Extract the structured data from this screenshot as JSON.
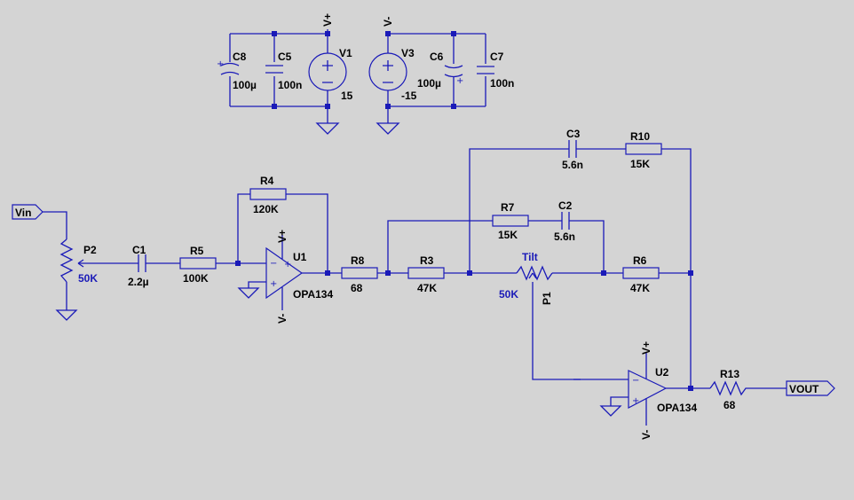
{
  "components": {
    "C8": {
      "name": "C8",
      "value": "100µ"
    },
    "C5": {
      "name": "C5",
      "value": "100n"
    },
    "V1": {
      "name": "V1",
      "value": "15"
    },
    "V3": {
      "name": "V3",
      "value": "-15"
    },
    "C6": {
      "name": "C6",
      "value": "100µ"
    },
    "C7": {
      "name": "C7",
      "value": "100n"
    },
    "C3": {
      "name": "C3",
      "value": "5.6n"
    },
    "R10": {
      "name": "R10",
      "value": "15K"
    },
    "R4": {
      "name": "R4",
      "value": "120K"
    },
    "R7": {
      "name": "R7",
      "value": "15K"
    },
    "C2": {
      "name": "C2",
      "value": "5.6n"
    },
    "P2": {
      "name": "P2",
      "value": "50K"
    },
    "C1": {
      "name": "C1",
      "value": "2.2µ"
    },
    "R5": {
      "name": "R5",
      "value": "100K"
    },
    "U1": {
      "name": "U1",
      "value": "OPA134"
    },
    "R8": {
      "name": "R8",
      "value": "68"
    },
    "R3": {
      "name": "R3",
      "value": "47K"
    },
    "P1": {
      "name": "P1",
      "value": "50K",
      "extra": "Tilt"
    },
    "R6": {
      "name": "R6",
      "value": "47K"
    },
    "U2": {
      "name": "U2",
      "value": "OPA134"
    },
    "R13": {
      "name": "R13",
      "value": "68"
    }
  },
  "nets": {
    "vplus": "V+",
    "vminus": "V-",
    "vin": "Vin",
    "vout": "VOUT"
  },
  "colors": {
    "wire": "#1a1ab8",
    "background": "#d4d4d4",
    "text": "#000000"
  }
}
